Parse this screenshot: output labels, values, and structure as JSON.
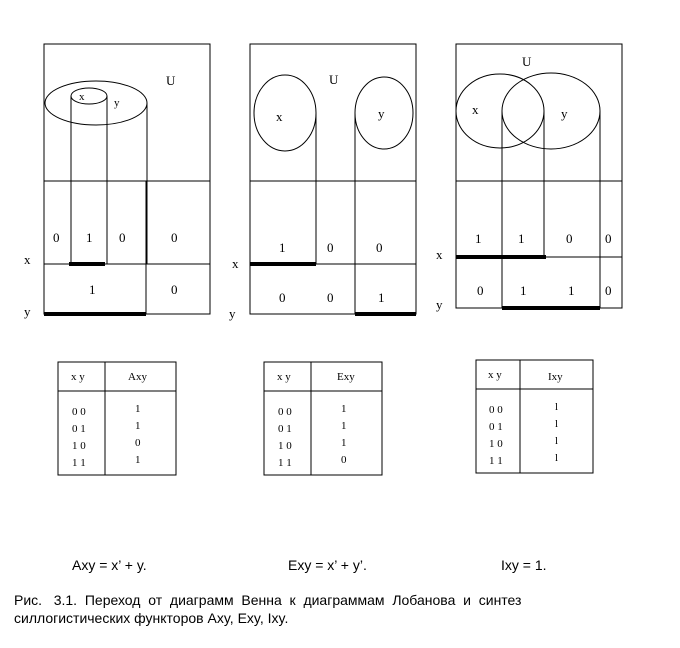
{
  "panels": [
    {
      "universe": "U",
      "set_x": "x",
      "set_y": "y",
      "row_x": "x",
      "row_y": "y",
      "row_x_values": [
        "0",
        "1",
        "0",
        "0"
      ],
      "row_y_values": [
        "1",
        "0"
      ],
      "table": {
        "headers": [
          "x y",
          "Axy"
        ],
        "rows": [
          [
            "0 0",
            "1"
          ],
          [
            "0 1",
            "1"
          ],
          [
            "1 0",
            "0"
          ],
          [
            "1 1",
            "1"
          ]
        ]
      },
      "formula": "Axy = x’ + y."
    },
    {
      "universe": "U",
      "set_x": "x",
      "set_y": "y",
      "row_x": "x",
      "row_y": "y",
      "row_x_values": [
        "1",
        "0",
        "0"
      ],
      "row_y_values": [
        "0",
        "0",
        "1"
      ],
      "table": {
        "headers": [
          "x y",
          "Exy"
        ],
        "rows": [
          [
            "0 0",
            "1"
          ],
          [
            "0 1",
            "1"
          ],
          [
            "1 0",
            "1"
          ],
          [
            "1 1",
            "0"
          ]
        ]
      },
      "formula": "Exy = x’ + y’."
    },
    {
      "universe": "U",
      "set_x": "x",
      "set_y": "y",
      "row_x": "x",
      "row_y": "y",
      "row_x_values": [
        "1",
        "1",
        "0",
        "0"
      ],
      "row_y_values": [
        "0",
        "1",
        "1",
        "0"
      ],
      "table": {
        "headers": [
          "x y",
          "Ixy"
        ],
        "rows": [
          [
            "0 0",
            "l"
          ],
          [
            "0 1",
            "l"
          ],
          [
            "1 0",
            "l"
          ],
          [
            "1 1",
            "l"
          ]
        ]
      },
      "formula": "Ixy = 1."
    }
  ],
  "caption": {
    "line1": "Рис.   3.1.  Переход  от  диаграмм  Венна  к  диаграммам  Лобанова  и  синтез",
    "line2": "силлогистических функторов Axy, Exy, Ixy."
  }
}
